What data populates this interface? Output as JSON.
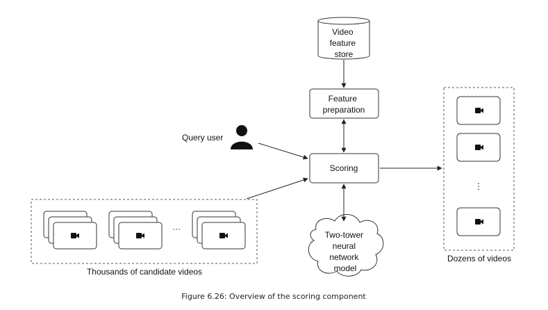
{
  "nodes": {
    "store": [
      "Video",
      "feature",
      "store"
    ],
    "prep": [
      "Feature",
      "preparation"
    ],
    "scoring": "Scoring",
    "model": [
      "Two-tower",
      "neural",
      "network",
      "model"
    ],
    "user": "Query user"
  },
  "candidates": {
    "label": "Thousands of candidate videos",
    "ellipsis": "···"
  },
  "results": {
    "label": "Dozens of videos",
    "ellipsis": "⋮"
  },
  "caption": "Figure 6.26: Overview of the scoring component",
  "icons": [
    "video-camera-icon",
    "person-icon"
  ]
}
